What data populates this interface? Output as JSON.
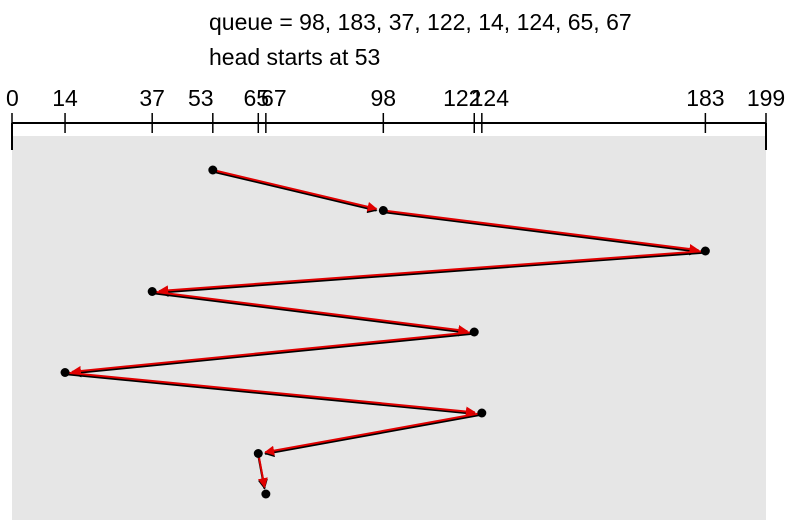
{
  "header": {
    "queue_text": "queue = 98, 183, 37, 122, 14, 124, 65, 67",
    "head_text": "head starts at 53"
  },
  "axis": {
    "min": 0,
    "max": 199,
    "ticks": [
      0,
      14,
      37,
      53,
      65,
      67,
      98,
      122,
      124,
      183,
      199
    ],
    "tick_labels": [
      "0",
      "14",
      "37",
      "53",
      "65",
      "67",
      "98",
      "122",
      "124",
      "183",
      "199"
    ]
  },
  "path": {
    "cylinders": [
      53,
      98,
      183,
      37,
      122,
      14,
      124,
      65,
      67
    ]
  },
  "colors": {
    "panel": "#e6e6e6",
    "arrow_black": "#000000",
    "arrow_red": "#e00000",
    "axis": "#000000",
    "dot": "#000000"
  }
}
